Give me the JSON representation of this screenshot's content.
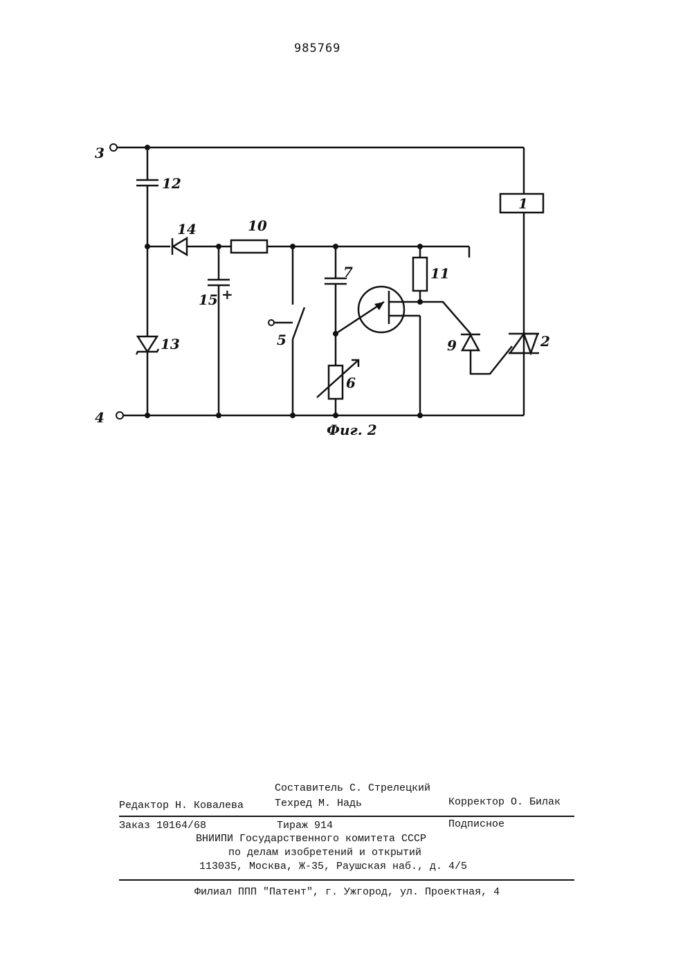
{
  "patent_number": "985769",
  "figure_caption": "Фиг. 2",
  "components": {
    "terminal_3": "3",
    "terminal_4": "4",
    "capacitor_12": "12",
    "diode_14": "14",
    "resistor_10": "10",
    "capacitor_15": "15",
    "polarity_plus": "+",
    "zener_13": "13",
    "switch_5": "5",
    "capacitor_7": "7",
    "varistor_6": "6",
    "resistor_11": "11",
    "diode_9": "9",
    "triac_2": "2",
    "load_1": "1"
  },
  "footer": {
    "compiler": "Составитель С. Стрелецкий",
    "editor": "Редактор Н. Ковалева",
    "techred": "Техред М. Надь",
    "corrector": "Корректор О. Билак",
    "order": "Заказ 10164/68",
    "circulation": "Тираж 914",
    "subscription": "Подписное",
    "org_line1": "ВНИИПИ Государственного комитета СССР",
    "org_line2": "по делам изобретений и открытий",
    "address": "113035, Москва, Ж-35, Раушская наб., д. 4/5",
    "branch": "Филиал ППП \"Патент\", г. Ужгород, ул. Проектная, 4"
  }
}
